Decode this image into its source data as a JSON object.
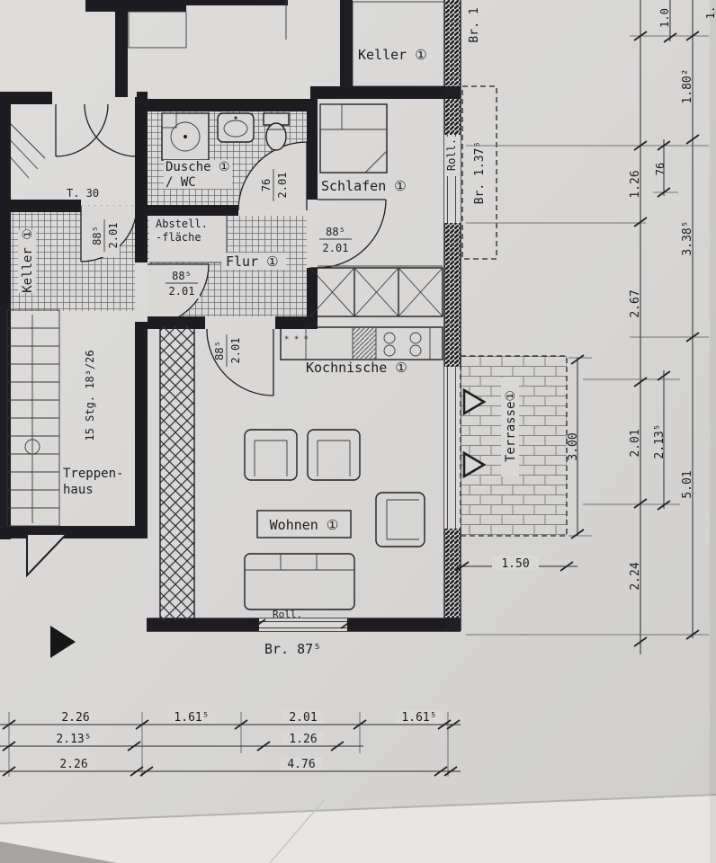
{
  "meta": {
    "description": "Foto eines Architektur-Grundrisses (Wohnung 1 mit Terrasse und Treppenhaus)",
    "paper_color": "#d8d7d5",
    "ink_color": "#1c1c20"
  },
  "rooms": {
    "keller_top": "Keller ①",
    "keller_left": "Keller ①",
    "dusche_line1": "Dusche ①",
    "dusche_line2": "/ WC",
    "abstell_line1": "Abstell.",
    "abstell_line2": "-fläche",
    "flur": "Flur ①",
    "schlafen": "Schlafen ①",
    "kochnische": "Kochnische ①",
    "wohnen": "Wohnen ①",
    "treppenhaus_line1": "Treppen-",
    "treppenhaus_line2": "haus",
    "terrasse": "Terrasse①"
  },
  "doors": {
    "keller_left": {
      "w": "88⁵",
      "h": "2.01"
    },
    "entry": {
      "w": "88⁵",
      "h": "2.01"
    },
    "wc": {
      "w": "76",
      "h": "2.01"
    },
    "schlafen": {
      "w": "88⁵",
      "h": "2.01"
    },
    "wohnen": {
      "w": "88⁵",
      "h": "2.01"
    }
  },
  "annotations": {
    "t30": "T. 30",
    "stairs": "15 Stg. 18³/26",
    "roll_schlafen": "Roll.",
    "roll_wohnen": "Roll.",
    "window_bottom": "Br. 87⁵",
    "window_right": "Br. 1.37⁵",
    "top_partial": "Br. 1",
    "stove_marks": "* * *"
  },
  "dims_right": {
    "top_inner": "1.0",
    "top_outer": "1.",
    "d180": "1.80²",
    "d126": "1.26",
    "d76": "76",
    "d338": "3.38⁵",
    "d267": "2.67",
    "d201": "2.01",
    "d213": "2.13⁵",
    "d501": "5.01",
    "d224": "2.24",
    "d300": "3.00",
    "d150": "1.50"
  },
  "dims_bottom": {
    "row1": [
      "2.26",
      "1.61⁵",
      "2.01",
      "1.61⁵"
    ],
    "row2": [
      "2.13⁵",
      "1.26"
    ],
    "row3": [
      "2.26",
      "4.76"
    ]
  }
}
